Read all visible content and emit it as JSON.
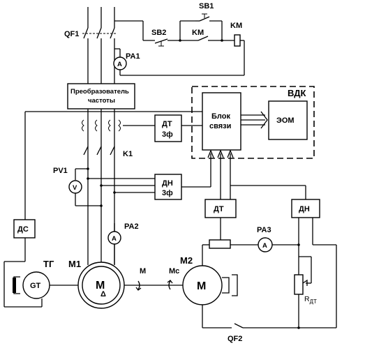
{
  "labels": {
    "qf1": "QF1",
    "sb1": "SB1",
    "sb2": "SB2",
    "km_contact": "KM",
    "km_coil": "KM",
    "pa1": "PA1",
    "converter_line1": "Преобразователь",
    "converter_line2": "частоты",
    "vdk": "ВДК",
    "link_block_line1": "Блок",
    "link_block_line2": "связи",
    "eom": "ЭОМ",
    "dt3f_line1": "ДТ",
    "dt3f_line2": "3ф",
    "dn3f_line1": "ДН",
    "dn3f_line2": "3ф",
    "k1": "K1",
    "pv1": "PV1",
    "dt": "ДТ",
    "dn": "ДН",
    "pa2": "PA2",
    "pa3": "PA3",
    "ds": "ДС",
    "tg": "ТГ",
    "m1": "M1",
    "m2": "M2",
    "gt": "GT",
    "motor_m1": "M",
    "motor_m1_sub": "Δ",
    "motor_m2": "M",
    "torque_m": "M",
    "torque_mc": "Mc",
    "qf2": "QF2",
    "r_dt": "R",
    "r_dt_sub": "ДТ",
    "ammeter_a": "A",
    "voltmeter_v": "V"
  }
}
